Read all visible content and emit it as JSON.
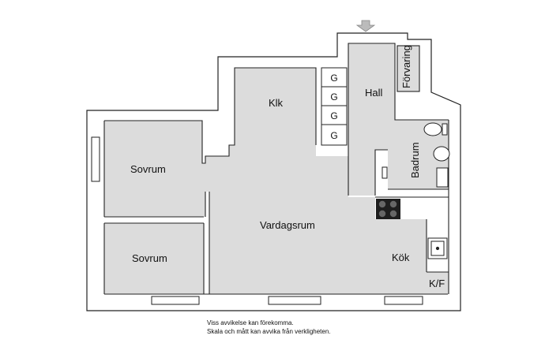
{
  "rooms": {
    "klk": "Klk",
    "hall": "Hall",
    "forvaring": "Förvaring",
    "badrum": "Badrum",
    "sovrum_top": "Sovrum",
    "sovrum_bottom": "Sovrum",
    "vardagsrum": "Vardagsrum",
    "kok": "Kök",
    "kf": "K/F"
  },
  "wardrobe_label": "G",
  "disclaimer": {
    "line1": "Viss avvikelse kan förekomma.",
    "line2": "Skala och mått kan avvika från verkligheten."
  },
  "colors": {
    "floor": "#dcdcdc",
    "wall": "#222222",
    "entry_arrow": "#bbbbbb"
  }
}
